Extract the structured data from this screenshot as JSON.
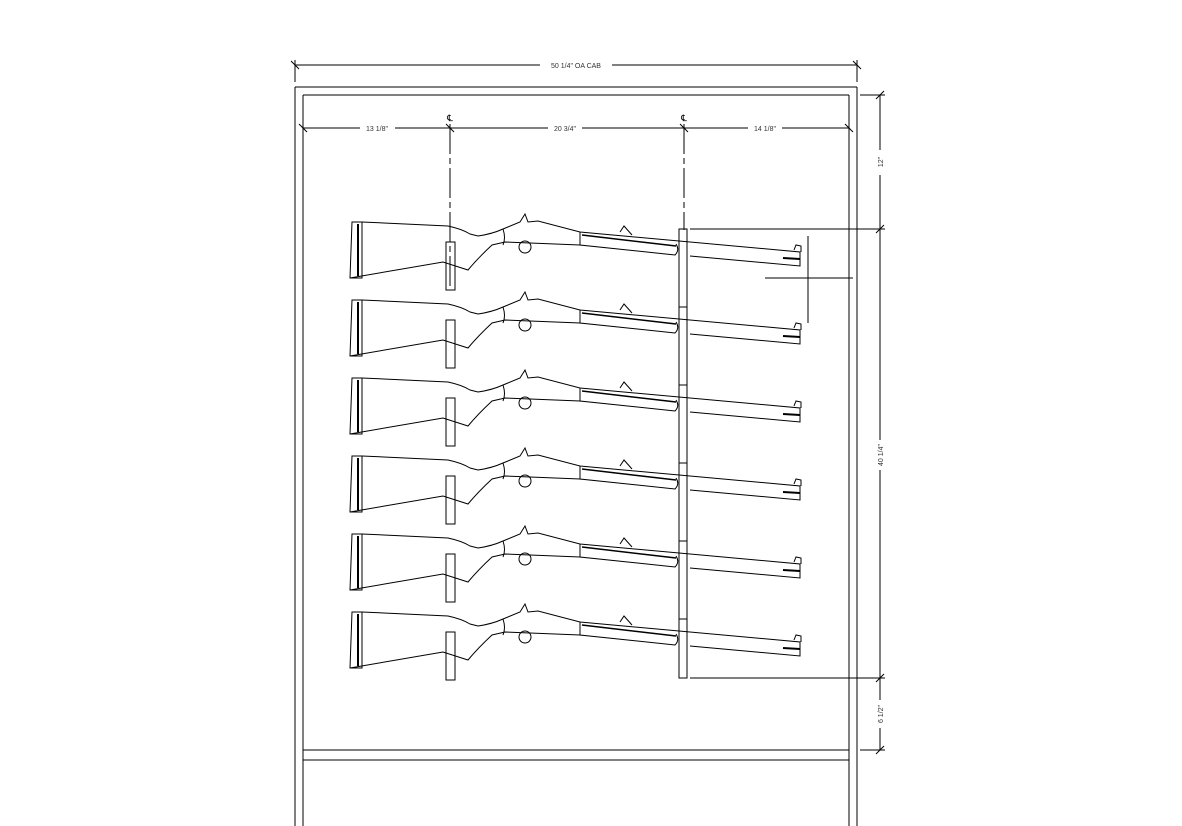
{
  "drawing": {
    "overall_width": "50 1/4\" OA CAB",
    "left_offset": "13 1/8\"",
    "center_spacing": "20 3/4\"",
    "right_offset": "14 1/8\"",
    "centerline_symbol": "℄",
    "top_clearance": "12\"",
    "rack_height": "40 1/4\"",
    "bottom_clearance": "6 1/2\"",
    "rifle_count": 6
  }
}
